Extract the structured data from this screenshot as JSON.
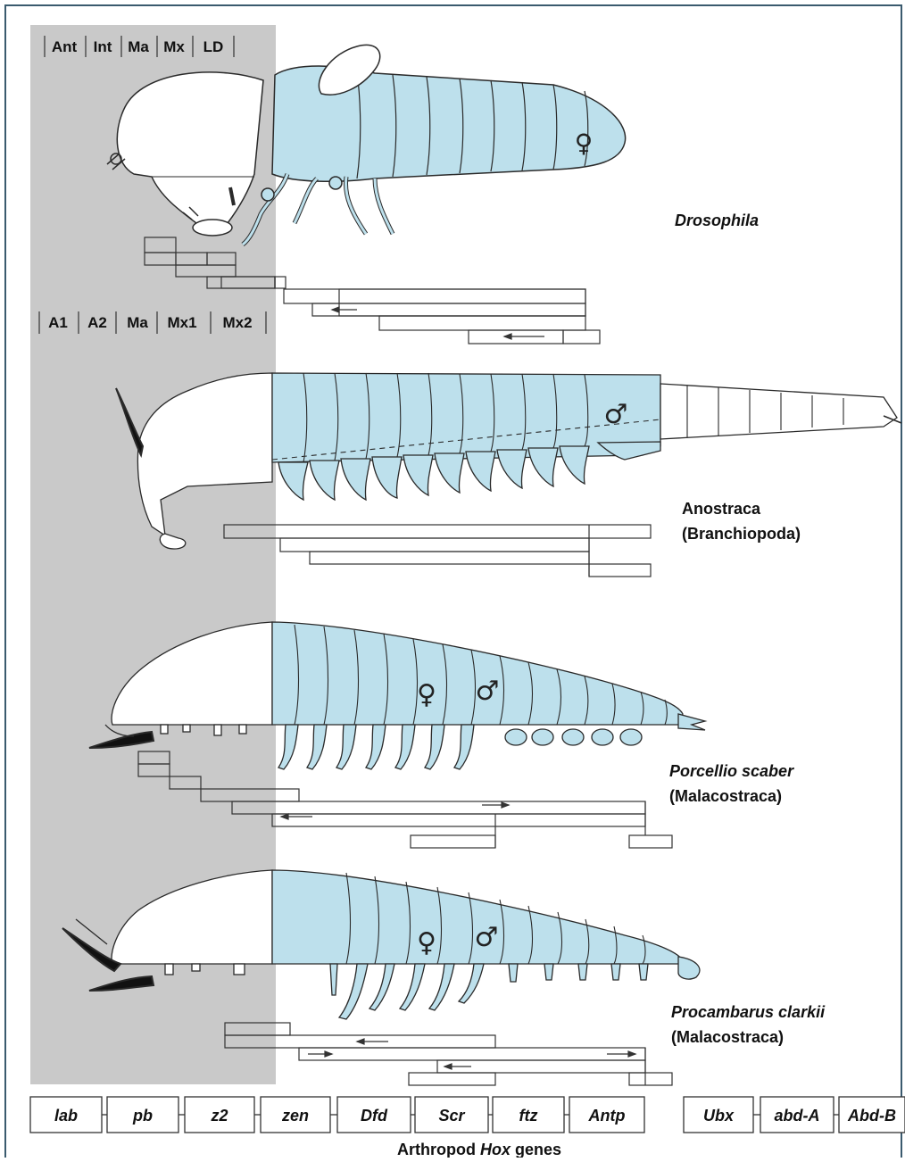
{
  "segment_headers": {
    "insect": [
      "Ant",
      "Int",
      "Ma",
      "Mx",
      "LD"
    ],
    "crustacean": [
      "A1",
      "A2",
      "Ma",
      "Mx1",
      "Mx2"
    ]
  },
  "species": [
    {
      "name": "Drosophila",
      "group": ""
    },
    {
      "name": "Anostraca",
      "group": "(Branchiopoda)"
    },
    {
      "name": "Porcellio scaber",
      "group": "(Malacostraca)"
    },
    {
      "name": "Procambarus clarkii",
      "group": "(Malacostraca)"
    }
  ],
  "sex_symbols": {
    "female": "♀",
    "male": "♂"
  },
  "hox_genes": [
    "lab",
    "pb",
    "z2",
    "zen",
    "Dfd",
    "Scr",
    "ftz",
    "Antp",
    "Ubx",
    "abd-A",
    "Abd-B"
  ],
  "footer_title_prefix": "Arthropod",
  "footer_title_italic": "Hox",
  "footer_title_suffix": "genes",
  "colors": {
    "body_blue": "#bde0ec",
    "head_shade": "#c9c9c9",
    "outline": "#2a2a2a",
    "frame": "#3a5a6e"
  }
}
